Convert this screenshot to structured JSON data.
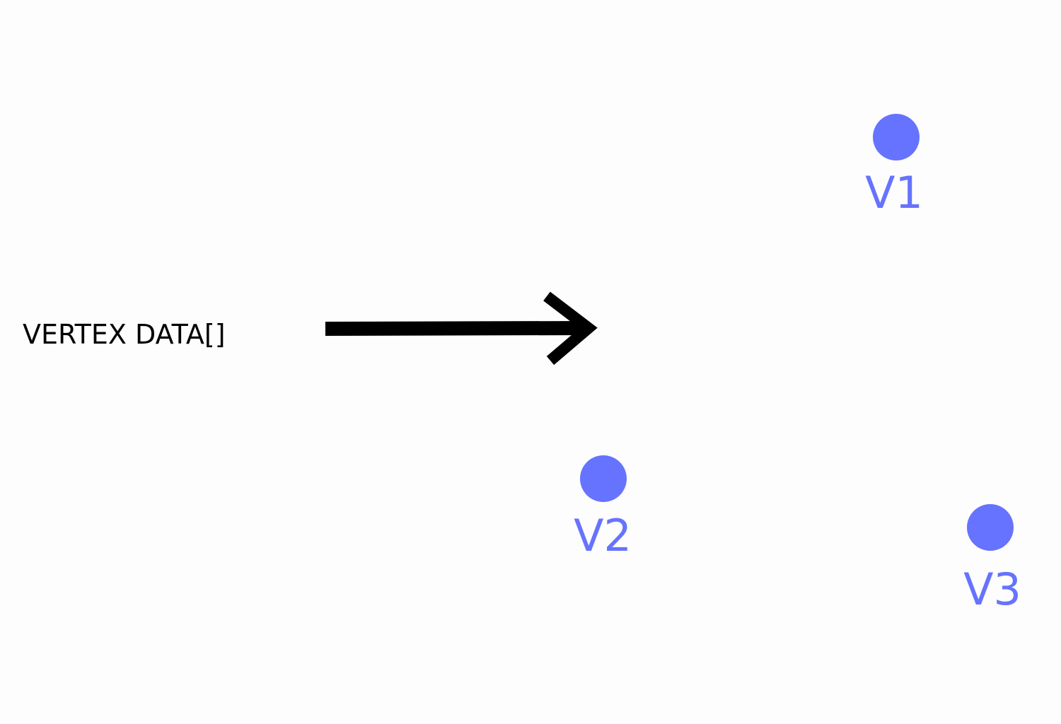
{
  "input_label": "VERTEX DATA[]",
  "vertices": [
    {
      "label": "V1"
    },
    {
      "label": "V2"
    },
    {
      "label": "V3"
    }
  ],
  "colors": {
    "vertex": "#6673fe",
    "text": "#000000",
    "arrow": "#000000",
    "background": "#fdfdfd"
  },
  "icons": {
    "arrow": "right-arrow-icon",
    "vertex": "vertex-dot-icon"
  }
}
